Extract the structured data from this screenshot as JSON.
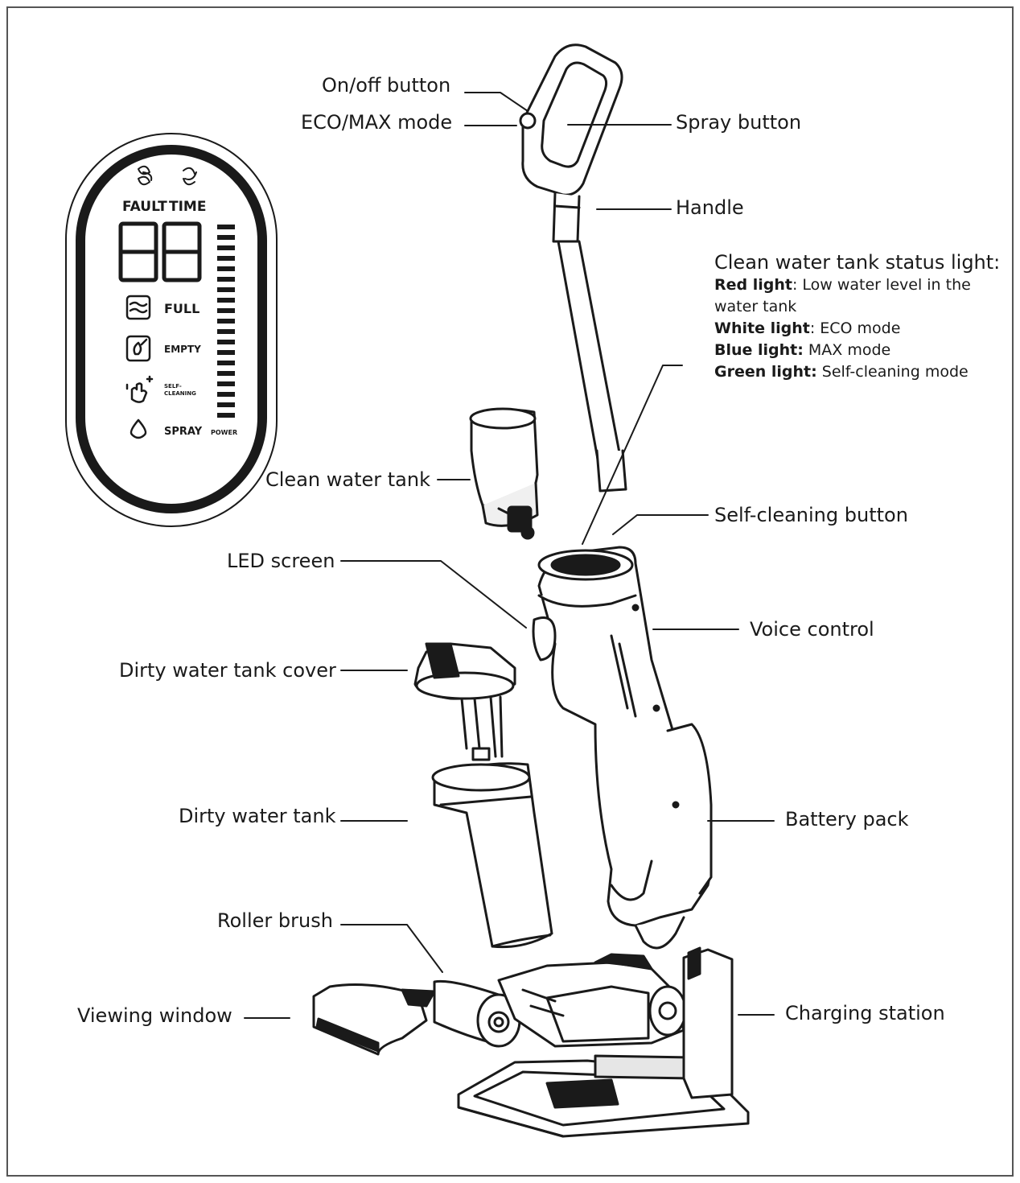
{
  "labels": {
    "on_off": "On/off button",
    "eco_max": "ECO/MAX mode",
    "spray": "Spray button",
    "handle": "Handle",
    "clean_tank": "Clean water tank",
    "self_cleaning": "Self-cleaning button",
    "led_screen": "LED screen",
    "voice_control": "Voice control",
    "dirty_cover": "Dirty water tank cover",
    "dirty_tank": "Dirty water tank",
    "battery": "Battery pack",
    "roller": "Roller brush",
    "viewing_window": "Viewing window",
    "charging_station": "Charging station"
  },
  "status_light": {
    "heading": "Clean water tank status light:",
    "red_key": "Red light",
    "red_text": ": Low water level in the water tank",
    "white_key": "White light",
    "white_text": ": ECO mode",
    "blue_key": "Blue light:",
    "blue_text": " MAX mode",
    "green_key": "Green light:",
    "green_text": " Self-cleaning mode"
  },
  "led_panel": {
    "fault": "FAULT",
    "time": "TIME",
    "digits": "88",
    "full": "FULL",
    "empty": "EMPTY",
    "self_cleaning_1": "SELF-",
    "self_cleaning_2": "CLEANING",
    "spray": "SPRAY",
    "power": "POWER"
  },
  "icons": [
    "fan-icon",
    "water-full-icon",
    "water-empty-icon",
    "self-clean-hand-icon",
    "water-drop-icon"
  ],
  "colors": {
    "line": "#1a1a1a",
    "fill": "#ffffff",
    "shade": "#e6e6e6"
  }
}
